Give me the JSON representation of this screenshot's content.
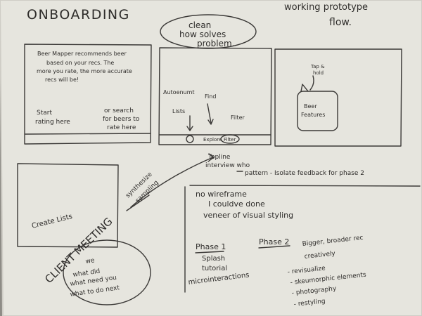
{
  "heading": "ONBOARDING",
  "bubble": [
    "clean",
    "how solves",
    "problem."
  ],
  "prototype": [
    "working prototype",
    "flow."
  ],
  "frame1": {
    "intro": [
      "Beer Mapper recommends beer",
      "based on your recs. The",
      "more you rate, the more accurate",
      "recs will be!"
    ],
    "left_note": [
      "Start",
      "rating here"
    ],
    "right_note": [
      "or search",
      "for beers to",
      "rate here"
    ]
  },
  "frame2": {
    "labels": [
      "Autoenumt",
      "Find",
      "Lists",
      "Filter"
    ],
    "nav": [
      "Explore",
      "Filter"
    ]
  },
  "frame3": {
    "callout": [
      "Tap &",
      "hold"
    ],
    "card": [
      "Beer",
      "Features"
    ]
  },
  "frame4": {
    "label": "Create Lists"
  },
  "diagonal": [
    "synthesize",
    "sampling"
  ],
  "topline": [
    "Topline",
    "interview who",
    "pattern - Isolate feedback for phase 2"
  ],
  "meeting": {
    "title": "CLIENT MEETING",
    "notes": [
      "we",
      "what did",
      "what need you",
      "what to do next"
    ]
  },
  "list": {
    "items": [
      "no wireframe",
      "I couldve done",
      "veneer of visual styling"
    ],
    "phase1": {
      "title": "Phase 1",
      "items": [
        "Splash",
        "tutorial",
        "microinteractions"
      ]
    },
    "phase2": {
      "title": "Phase 2",
      "items": [
        "Bigger, broader rec",
        "creatively",
        "- revisualize",
        "- skeumorphic elements",
        "- photography",
        "- restyling"
      ]
    }
  }
}
